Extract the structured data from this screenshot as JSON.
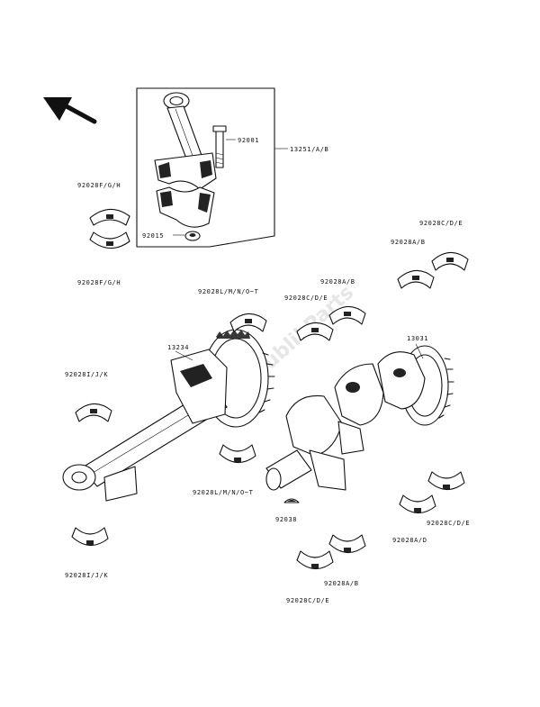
{
  "watermark": "PublikParts",
  "labels": {
    "l13251": "13251/A/B",
    "l92001": "92001",
    "l92015": "92015",
    "l92028fgh_top": "92028F/G/H",
    "l92028fgh_bot": "92028F/G/H",
    "l92028cde_r": "92028C/D/E",
    "l92028ab_r": "92028A/B",
    "l92028ab_mid": "92028A/B",
    "l92028cde_mid": "92028C/D/E",
    "l92028lmnp_top": "92028L/M/N/O~T",
    "l13234": "13234",
    "l92028ijk_top": "92028I/J/K",
    "l13031": "13031",
    "l92028lmnp_bot": "92028L/M/N/O~T",
    "l92038": "92038",
    "l92028cde_br": "92028C/D/E",
    "l92028ad_br": "92028A/D",
    "l92028ab_bot": "92028A/B",
    "l92028cde_bot": "92028C/D/E",
    "l92028ijk_bot": "92028I/J/K"
  }
}
